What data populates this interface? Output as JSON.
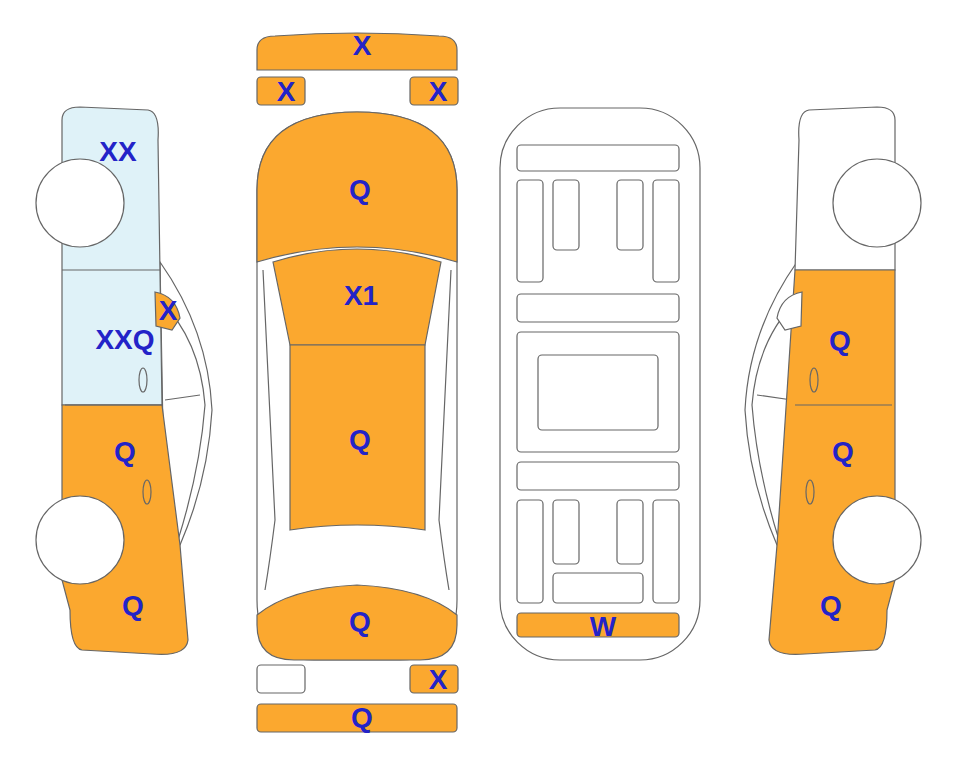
{
  "diagram": {
    "labels": [
      "X",
      "X",
      "X",
      "XX",
      "Q",
      "X1",
      "X",
      "XXQ",
      "Q",
      "Q",
      "Q",
      "Q",
      "Q",
      "Q",
      "Q",
      "W",
      "X",
      "Q"
    ]
  }
}
